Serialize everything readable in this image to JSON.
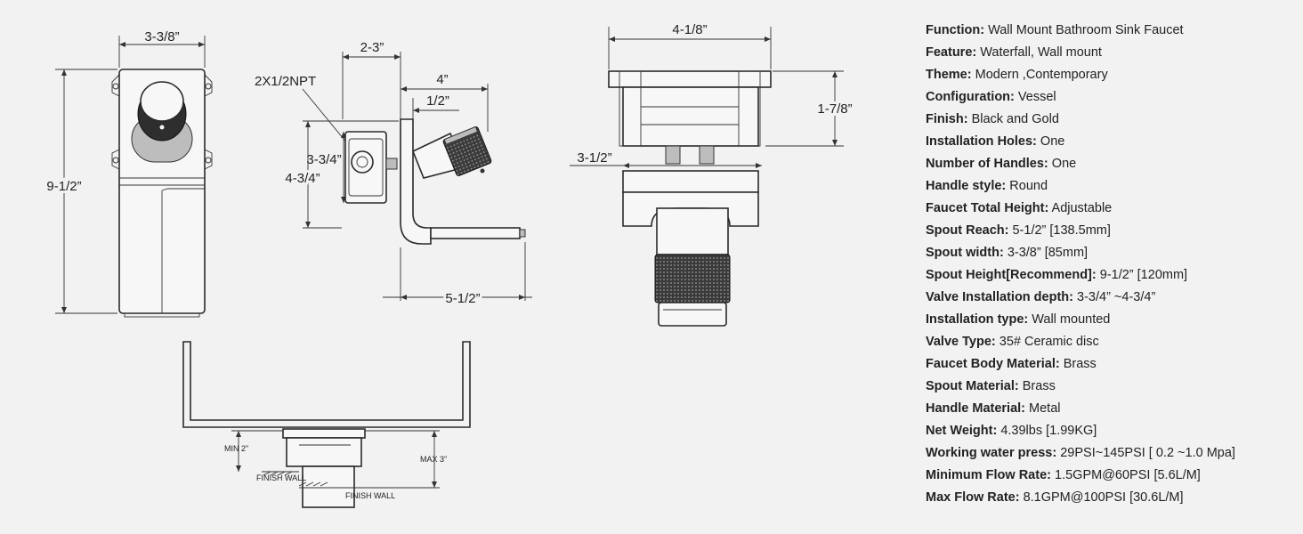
{
  "dimensions": {
    "front_width": "3-3/8”",
    "front_height": "9-1/2”",
    "side_valve_depth": "2-3”",
    "side_thread": "2X1/2NPT",
    "side_4": "4”",
    "side_half": "1/2”",
    "side_334": "3-3/4”",
    "side_434": "4-3/4”",
    "side_512": "5-1/2”",
    "top_width": "4-1/8”",
    "top_height": "1-7/8”",
    "top_312": "3-1/2”",
    "bottom_min": "MIN 2”",
    "bottom_max": "MAX 3”",
    "bottom_finish_wall_1": "FINISH WALL",
    "bottom_finish_wall_2": "FINISH WALL"
  },
  "specs": [
    {
      "label": "Function:",
      "value": "Wall Mount Bathroom Sink Faucet"
    },
    {
      "label": "Feature:",
      "value": "Waterfall, Wall mount"
    },
    {
      "label": "Theme:",
      "value": "Modern ,Contemporary"
    },
    {
      "label": "Configuration:",
      "value": "Vessel"
    },
    {
      "label": "Finish:",
      "value": "Black and Gold"
    },
    {
      "label": "Installation Holes:",
      "value": "One"
    },
    {
      "label": "Number of Handles:",
      "value": "One"
    },
    {
      "label": "Handle style:",
      "value": "Round"
    },
    {
      "label": "Faucet Total Height:",
      "value": "Adjustable"
    },
    {
      "label": "Spout Reach:",
      "value": "5-1/2”  [138.5mm]"
    },
    {
      "label": "Spout width:",
      "value": "3-3/8”  [85mm]"
    },
    {
      "label": "Spout Height[Recommend]:",
      "value": "9-1/2”  [120mm]"
    },
    {
      "label": "Valve Installation depth:",
      "value": "3-3/4”  ~4-3/4”"
    },
    {
      "label": "Installation type:",
      "value": "Wall mounted"
    },
    {
      "label": "Valve Type:",
      "value": "35# Ceramic disc"
    },
    {
      "label": "Faucet Body Material:",
      "value": "Brass"
    },
    {
      "label": "Spout Material:",
      "value": "Brass"
    },
    {
      "label": "Handle Material:",
      "value": "Metal"
    },
    {
      "label": "Net Weight:",
      "value": "4.39lbs [1.99KG]"
    },
    {
      "label": "Working water press:",
      "value": "29PSI~145PSI [ 0.2 ~1.0 Mpa]"
    },
    {
      "label": "Minimum Flow Rate:",
      "value": "1.5GPM@60PSI [5.6L/M]"
    },
    {
      "label": "Max Flow Rate:",
      "value": "8.1GPM@100PSI [30.6L/M]"
    }
  ]
}
